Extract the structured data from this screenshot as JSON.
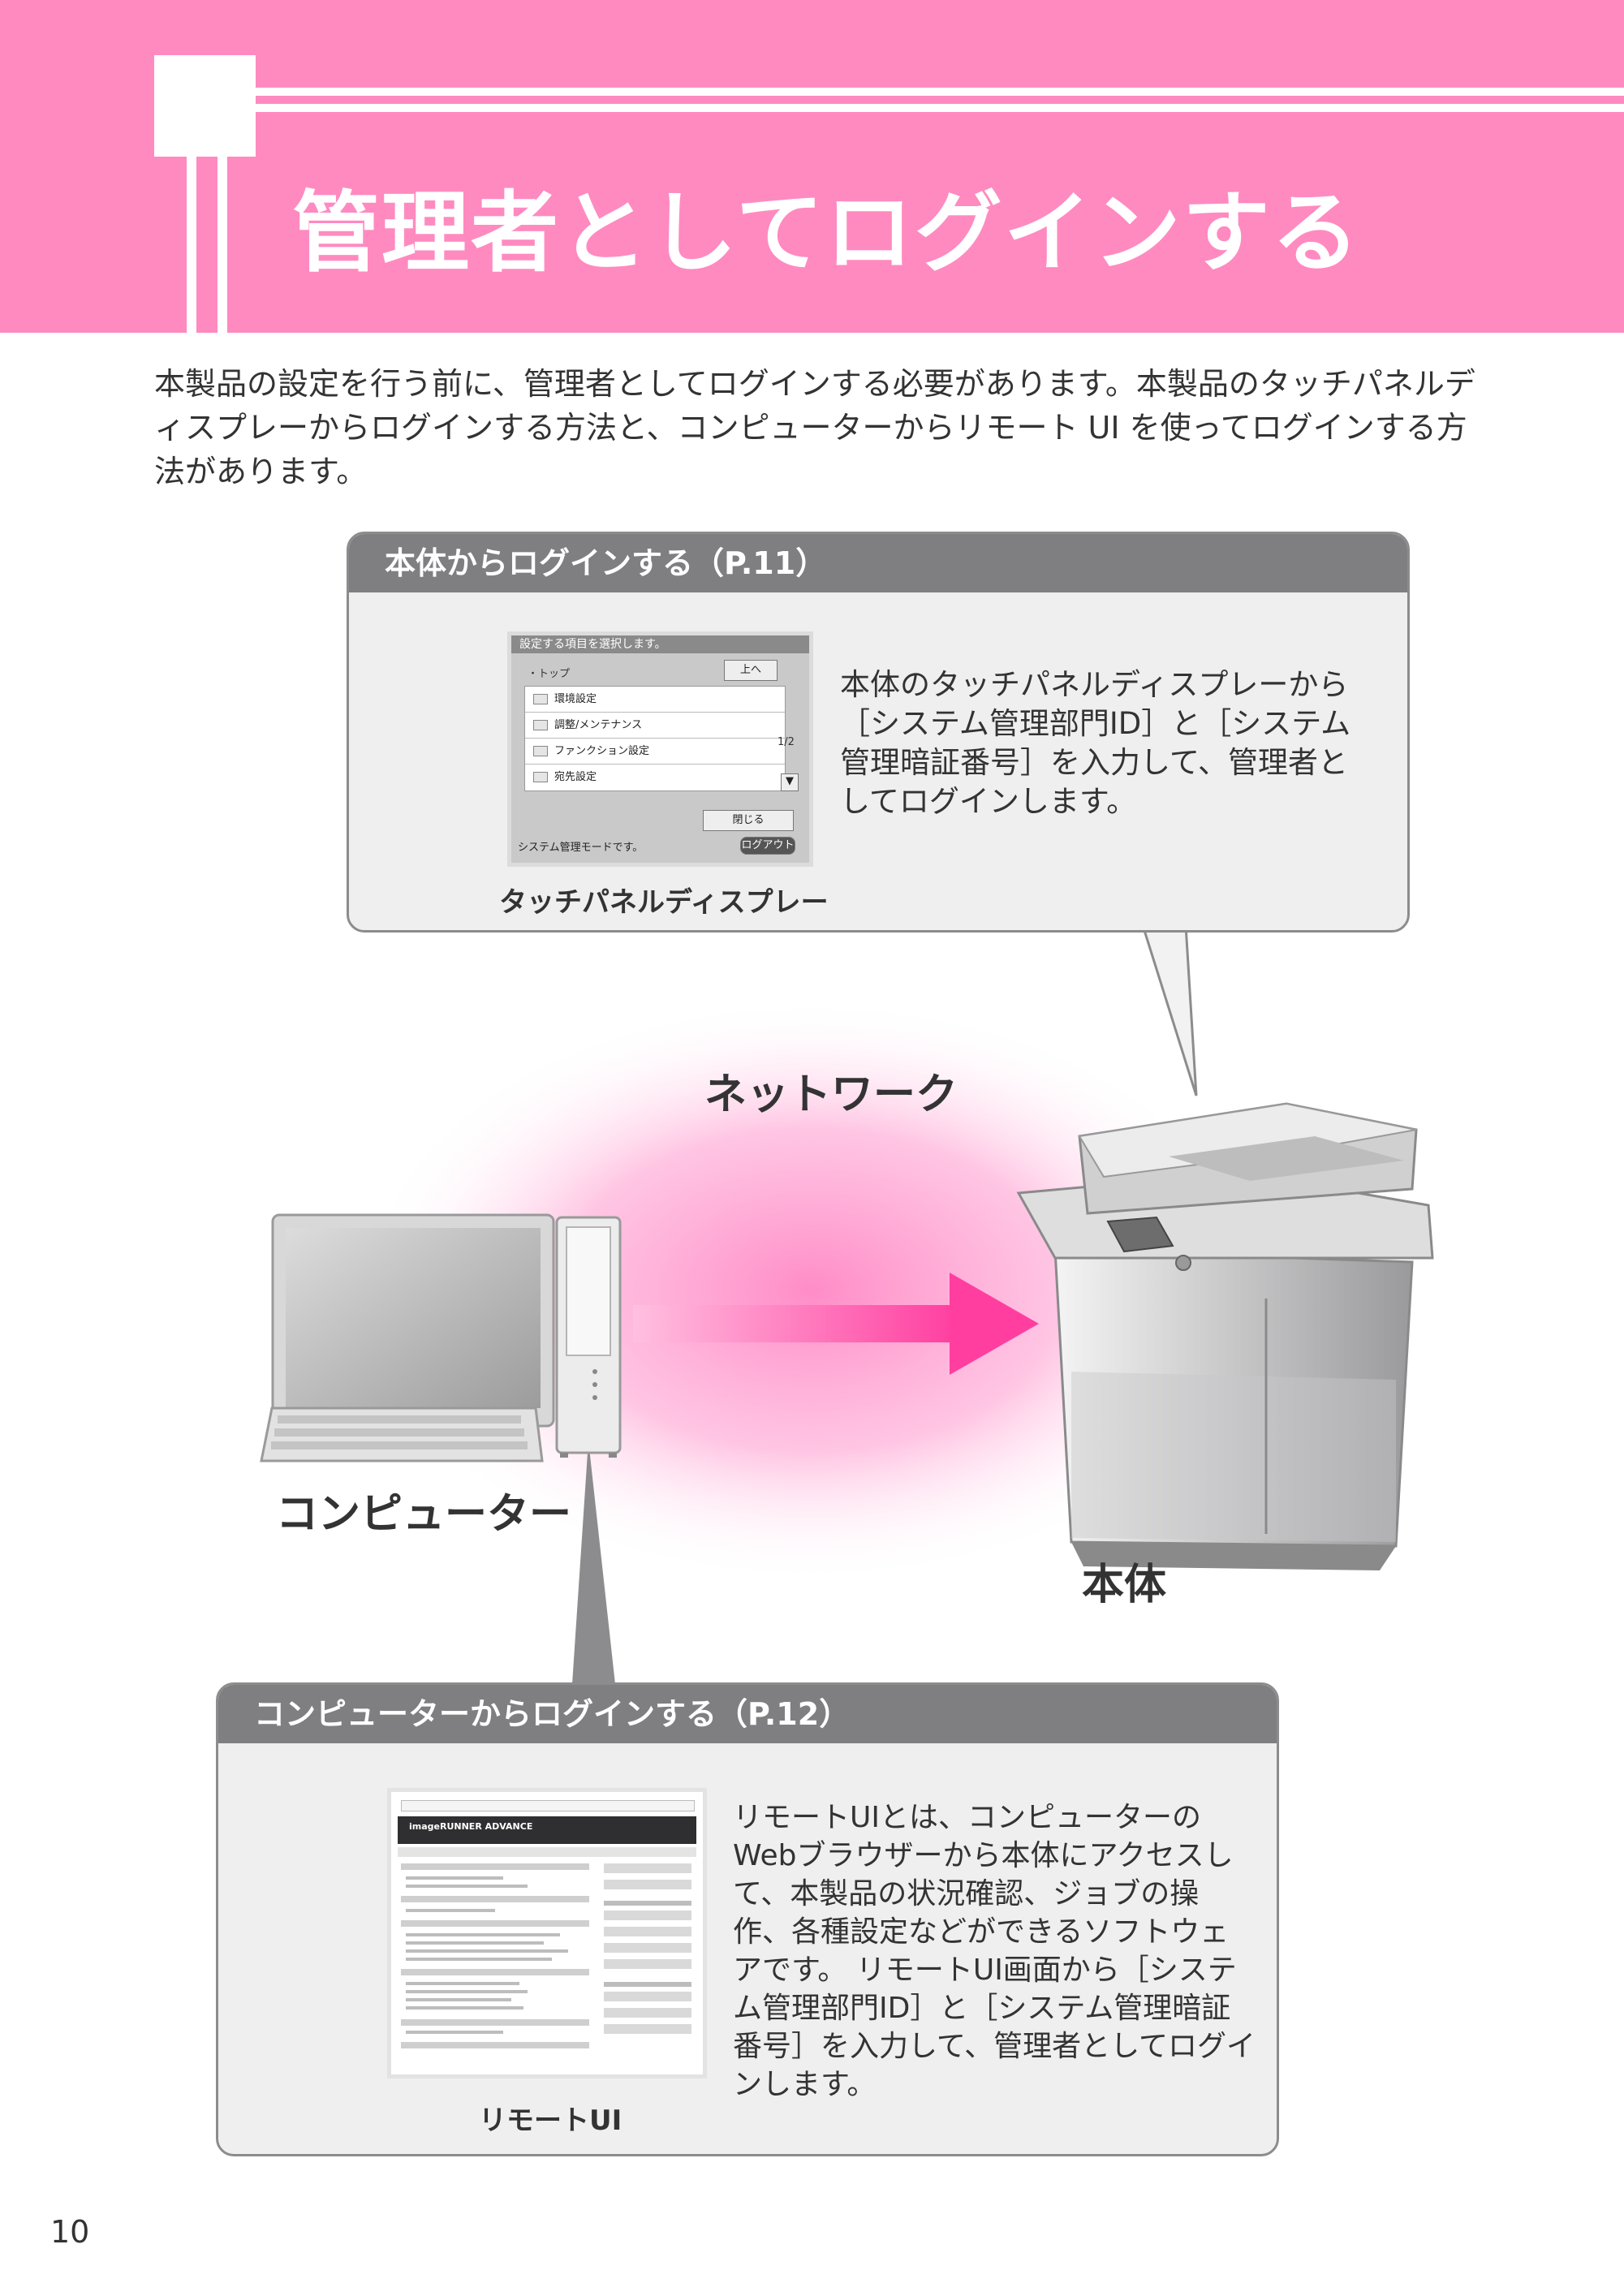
{
  "header": {
    "title": "管理者としてログインする"
  },
  "intro": {
    "text": "本製品の設定を行う前に、管理者としてログインする必要があります。本製品のタッチパネルディスプレーからログインする方法と、コンピューターからリモート UI を使ってログインする方法があります。"
  },
  "box_top": {
    "heading": "本体からログインする（P.11）",
    "description": "本体のタッチパネルディスプレーから［システム管理部門ID］と［システム管理暗証番号］を入力して、管理者としてログインします。",
    "caption": "タッチパネルディスプレー",
    "panel": {
      "title_bar": "設定する項目を選択します。",
      "breadcrumb": "・トップ",
      "up_button": "上へ",
      "items": [
        "環境設定",
        "調整/メンテナンス",
        "ファンクション設定",
        "宛先設定"
      ],
      "page": "1/2",
      "close_button": "閉じる",
      "status": "システム管理モードです。",
      "logout_button": "ログアウト"
    }
  },
  "diagram": {
    "network_label": "ネットワーク",
    "computer_label": "コンピューター",
    "device_label": "本体"
  },
  "box_bottom": {
    "heading": "コンピューターからログインする（P.12）",
    "description": "リモートUIとは、コンピューターのWebブラウザーから本体にアクセスして、本製品の状況確認、ジョブの操作、各種設定などができるソフトウェアです。 リモートUI画面から［システム管理部門ID］と［システム管理暗証番号］を入力して、管理者としてログインします。",
    "caption": "リモートUI",
    "remote_ui": {
      "brand": "imageRUNNER ADVANCE"
    }
  },
  "page_number": "10",
  "colors": {
    "accent_pink": "#ff8ac0",
    "arrow_pink": "#ff3ea0",
    "box_header_gray": "#7f7f82"
  }
}
